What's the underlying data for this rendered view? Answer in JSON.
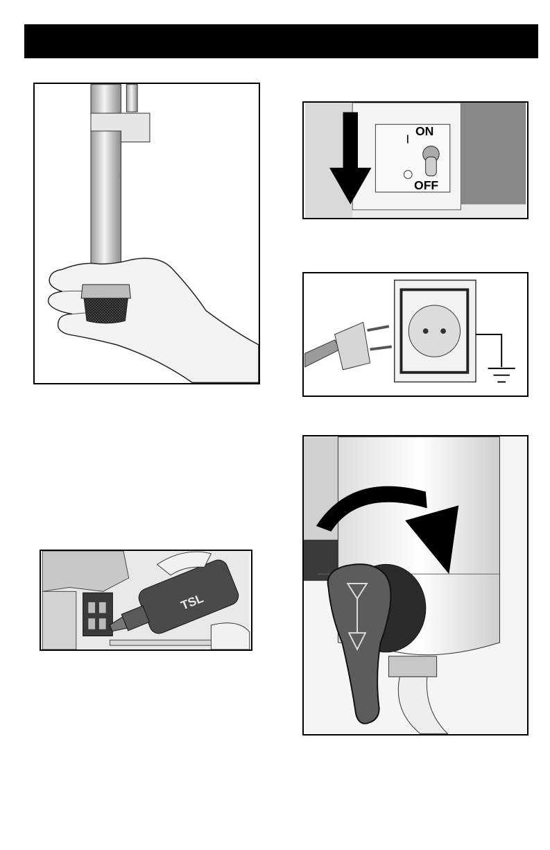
{
  "header": {
    "bar_color": "#000000"
  },
  "switch_panel": {
    "on_symbol": "I",
    "on_label": "ON",
    "off_label": "OFF"
  },
  "bottle": {
    "label": "TSL"
  },
  "icons": {
    "down_arrow": "down-arrow-icon",
    "rotate_arrow": "curved-arrow-icon",
    "ground": "ground-symbol-icon"
  }
}
